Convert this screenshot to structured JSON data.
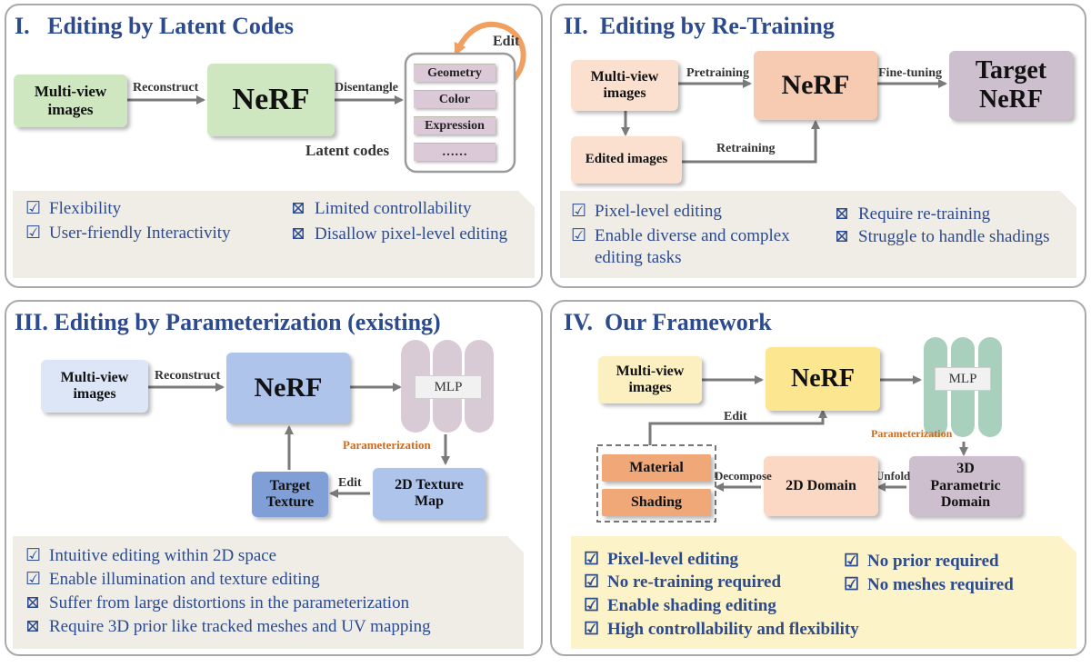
{
  "panel1": {
    "title": "I.   Editing by Latent Codes",
    "input": "Multi-view images",
    "model": "NeRF",
    "reconstruct": "Reconstruct",
    "disentangle": "Disentangle",
    "edit": "Edit",
    "latent_items": [
      "Geometry",
      "Color",
      "Expression",
      "……"
    ],
    "latent_label": "Latent codes",
    "pros": [
      "Flexibility",
      "User-friendly Interactivity"
    ],
    "cons": [
      "Limited controllability",
      "Disallow pixel-level editing"
    ]
  },
  "panel2": {
    "title": "II.  Editing by Re-Training",
    "input": "Multi-view images",
    "model": "NeRF",
    "target": "Target NeRF",
    "edited": "Edited images",
    "pretraining": "Pretraining",
    "finetuning": "Fine-tuning",
    "retraining": "Retraining",
    "pros": [
      "Pixel-level editing",
      "Enable diverse and complex",
      "editing tasks"
    ],
    "cons": [
      "Require re-training",
      "Struggle to handle shadings"
    ]
  },
  "panel3": {
    "title": "III. Editing by Parameterization (existing)",
    "input": "Multi-view images",
    "model": "NeRF",
    "reconstruct": "Reconstruct",
    "mlp": "MLP",
    "parameterization": "Parameterization",
    "texture_map": "2D Texture Map",
    "target_texture": "Target Texture",
    "edit": "Edit",
    "pros": [
      "Intuitive editing within 2D space",
      "Enable illumination and texture editing"
    ],
    "cons": [
      "Suffer from large distortions in the parameterization",
      "Require 3D prior like tracked meshes and UV mapping"
    ]
  },
  "panel4": {
    "title": "IV.  Our Framework",
    "input": "Multi-view images",
    "model": "NeRF",
    "mlp": "MLP",
    "parameterization": "Parameterization",
    "parametric_domain": "3D Parametric Domain",
    "unfold": "Unfold",
    "domain2d": "2D Domain",
    "decompose": "Decompose",
    "material": "Material",
    "shading": "Shading",
    "edit": "Edit",
    "pros_left": [
      "Pixel-level editing",
      "No re-training required",
      "Enable shading editing",
      "High controllability and flexibility"
    ],
    "pros_right": [
      "No prior required",
      "No meshes required"
    ]
  },
  "symbols": {
    "check": "☑",
    "cross": "⊠"
  },
  "colors": {
    "title_blue": "#2c4a8e",
    "green_box": "#cfe7c0",
    "salmon_box": "#f6cbb2",
    "mauve_box": "#cdbfcd",
    "blue_box": "#aec4ea",
    "yellow_box": "#fde690",
    "orange_box": "#f0a878"
  }
}
